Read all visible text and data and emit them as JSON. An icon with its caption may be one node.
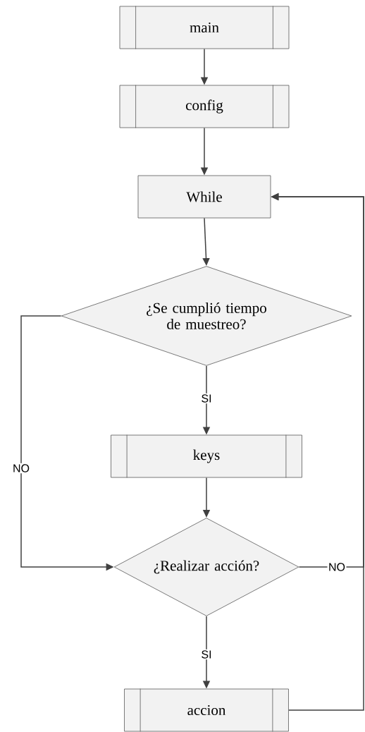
{
  "diagram": {
    "nodes": [
      {
        "text": [
          "main"
        ]
      },
      {
        "text": [
          "config"
        ]
      },
      {
        "text": [
          "While"
        ]
      },
      {
        "text": [
          "¿Se cumplió tiempo de muestreo?"
        ]
      },
      {
        "text": [
          "keys"
        ]
      },
      {
        "text": [
          "¿Realizar acción?"
        ]
      },
      {
        "text": [
          "accion"
        ]
      }
    ],
    "edges": [
      {
        "from": 0,
        "to": 1,
        "arrow": "to"
      },
      {
        "from": 1,
        "to": 2,
        "arrow": "to"
      },
      {
        "from": 2,
        "to": 3,
        "arrow": "to"
      },
      {
        "from": 3,
        "to": 4,
        "arrow": "to",
        "label": "SI"
      },
      {
        "from": 3,
        "to": 5,
        "arrow": "to",
        "label": "NO"
      },
      {
        "from": 4,
        "to": 5,
        "arrow": "to"
      },
      {
        "from": 5,
        "to": 6,
        "arrow": "to",
        "label": "SI"
      },
      {
        "from": 5,
        "to": 2,
        "arrow": "to",
        "label": "NO"
      },
      {
        "from": 6,
        "to": 2,
        "arrow": "to"
      }
    ]
  }
}
